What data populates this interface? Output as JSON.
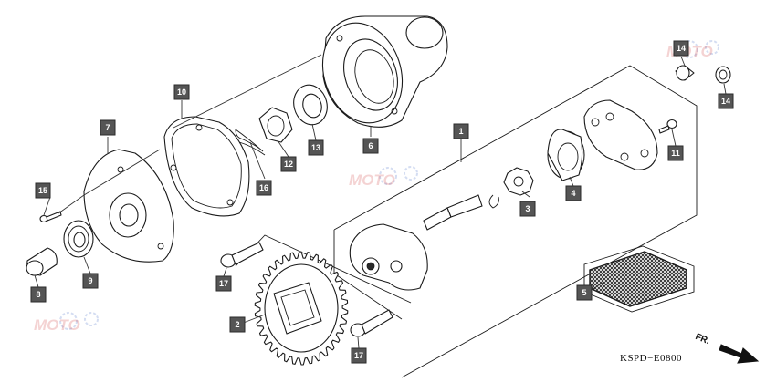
{
  "diagram": {
    "code": "KSPD−E0800",
    "direction_label": "FR.",
    "callouts": [
      "1",
      "2",
      "3",
      "4",
      "5",
      "6",
      "7",
      "8",
      "9",
      "10",
      "11",
      "12",
      "13",
      "14",
      "14",
      "15",
      "16",
      "17",
      "17"
    ]
  },
  "icons": [
    "forward-arrow-icon"
  ],
  "colors": {
    "callout_fill": "#555555",
    "callout_text": "#ffffff",
    "line_art": "#1a1a1a"
  }
}
